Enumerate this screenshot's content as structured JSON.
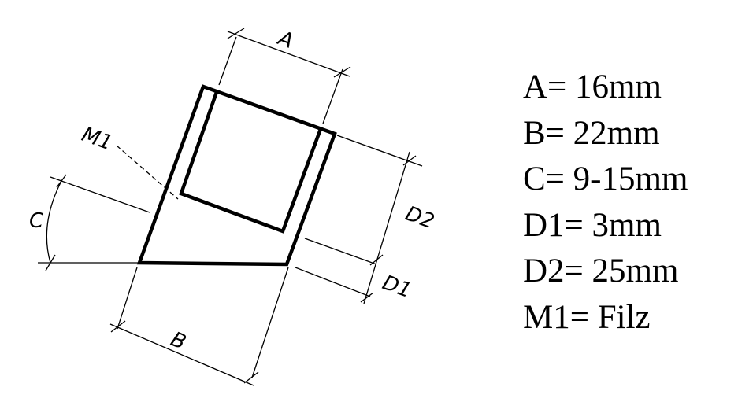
{
  "colors": {
    "stroke": "#000000",
    "background": "#ffffff"
  },
  "diagram": {
    "labels": {
      "a": "A",
      "b": "B",
      "c": "C",
      "d1": "D1",
      "d2": "D2",
      "m1": "M1"
    }
  },
  "legend": {
    "entries": [
      "A=  16mm",
      "B=  22mm",
      "C=  9-15mm",
      "D1= 3mm",
      "D2= 25mm",
      "M1= Filz"
    ]
  }
}
